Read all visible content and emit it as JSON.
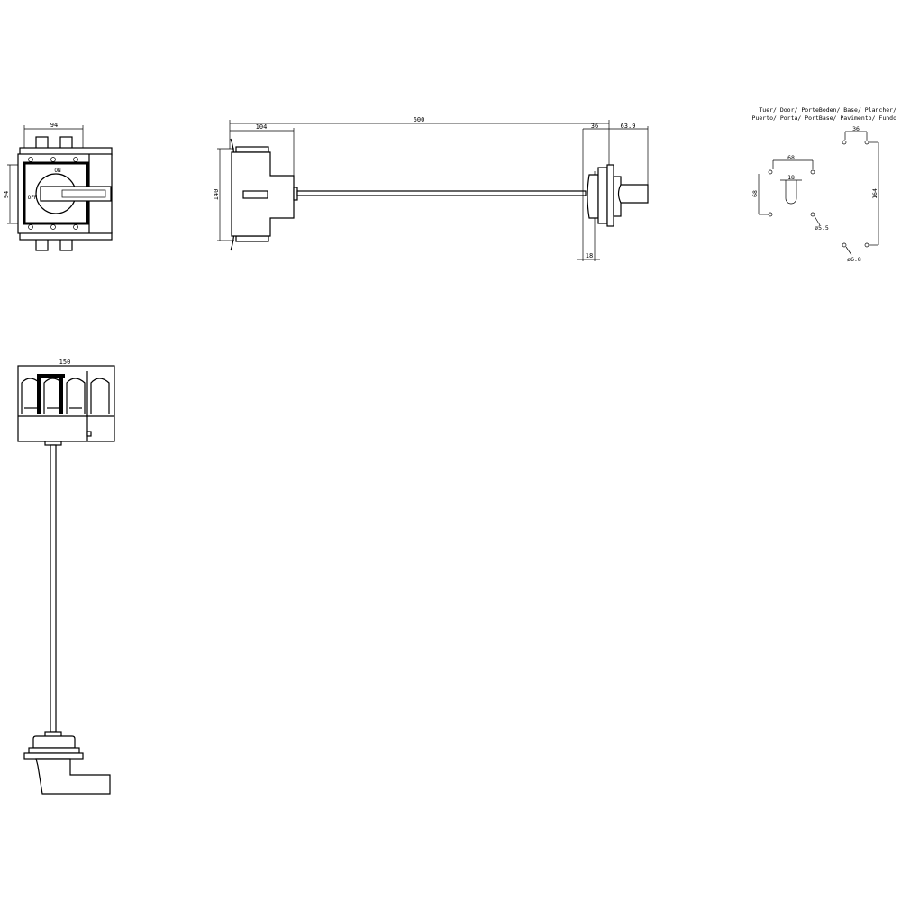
{
  "drawing": {
    "front_view": {
      "dim_width": "94",
      "dim_height": "94",
      "label_on": "ON",
      "label_off": "OFF"
    },
    "side_view": {
      "dim_shaft_length": "600",
      "dim_depth": "104",
      "dim_height": "140",
      "dim_door_depth": "36",
      "dim_handle_depth": "63.9",
      "dim_door_thickness": "18"
    },
    "bottom_view": {
      "dim_width": "150"
    },
    "door_drilling": {
      "title_line1": "Tuer/ Door/ PorteBoden/ Base/ Plancher/",
      "title_line2": "Puerto/ Porta/ PortBase/ Pavimento/ Fundo",
      "dim_hole_spacing": "68",
      "dim_hole_vertical": "68",
      "dim_slot": "18",
      "dim_hole_diameter_small": "ø5.5",
      "dim_base_spacing": "36",
      "dim_base_vertical": "164",
      "dim_hole_diameter_large": "ø6.8"
    }
  }
}
